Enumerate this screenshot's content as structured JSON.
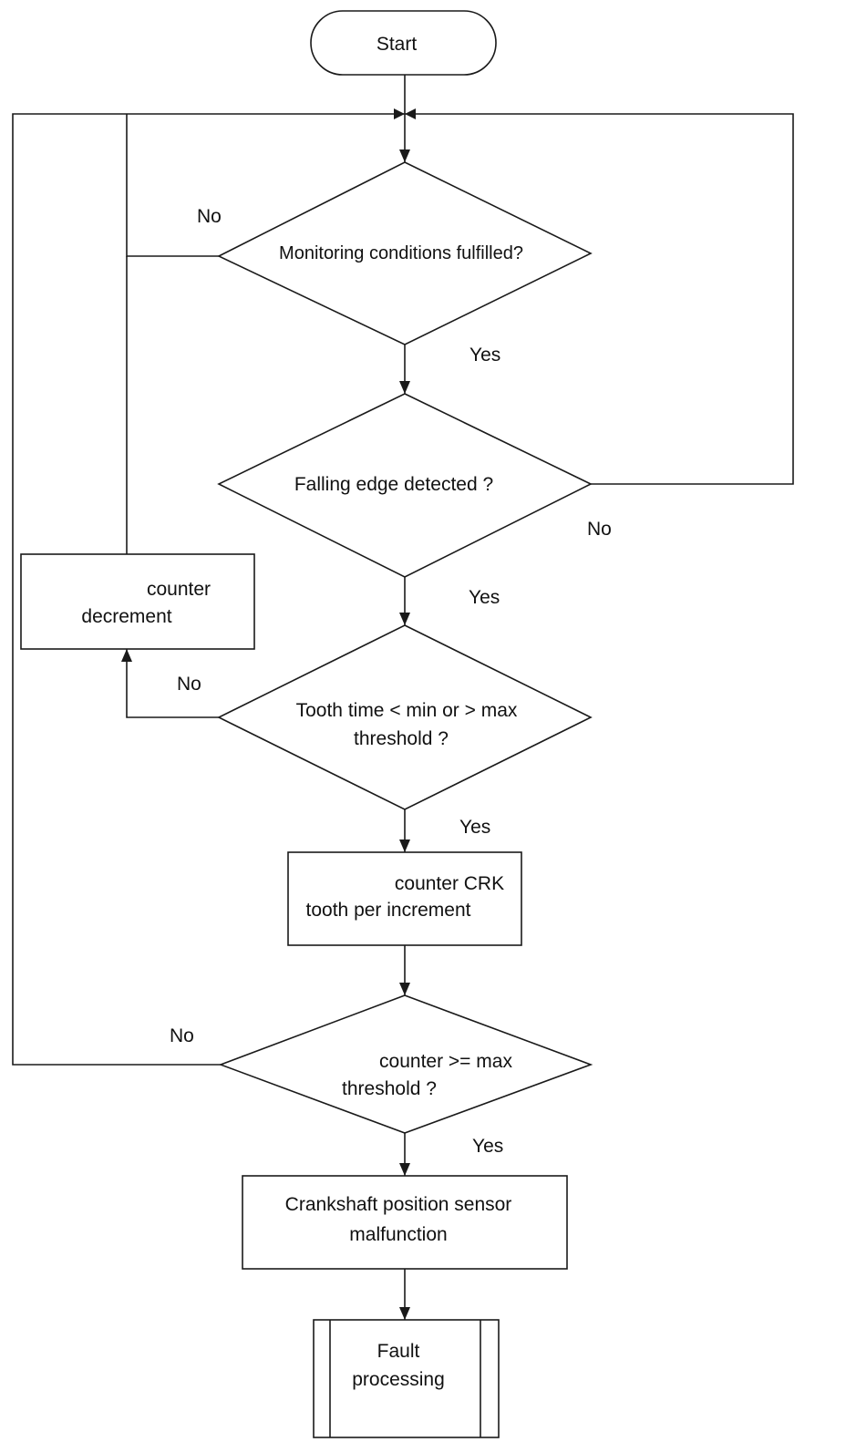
{
  "nodes": {
    "start": "Start",
    "monitoring": "Monitoring conditions fulfilled?",
    "falling_edge": "Falling edge detected ?",
    "tooth_time": [
      "Tooth time < min or > max",
      "threshold ?"
    ],
    "counter_decrement": [
      "counter",
      "decrement"
    ],
    "counter_increment": [
      "counter CRK",
      "tooth per increment"
    ],
    "counter_threshold": [
      "counter >= max",
      "threshold ?"
    ],
    "malfunction": [
      "Crankshaft position sensor",
      "malfunction"
    ],
    "fault": [
      "Fault",
      "processing"
    ]
  },
  "edges": {
    "monitoring_no": "No",
    "monitoring_yes": "Yes",
    "falling_edge_no": "No",
    "falling_edge_yes": "Yes",
    "tooth_time_no": "No",
    "tooth_time_yes": "Yes",
    "counter_threshold_no": "No",
    "counter_threshold_yes": "Yes"
  }
}
